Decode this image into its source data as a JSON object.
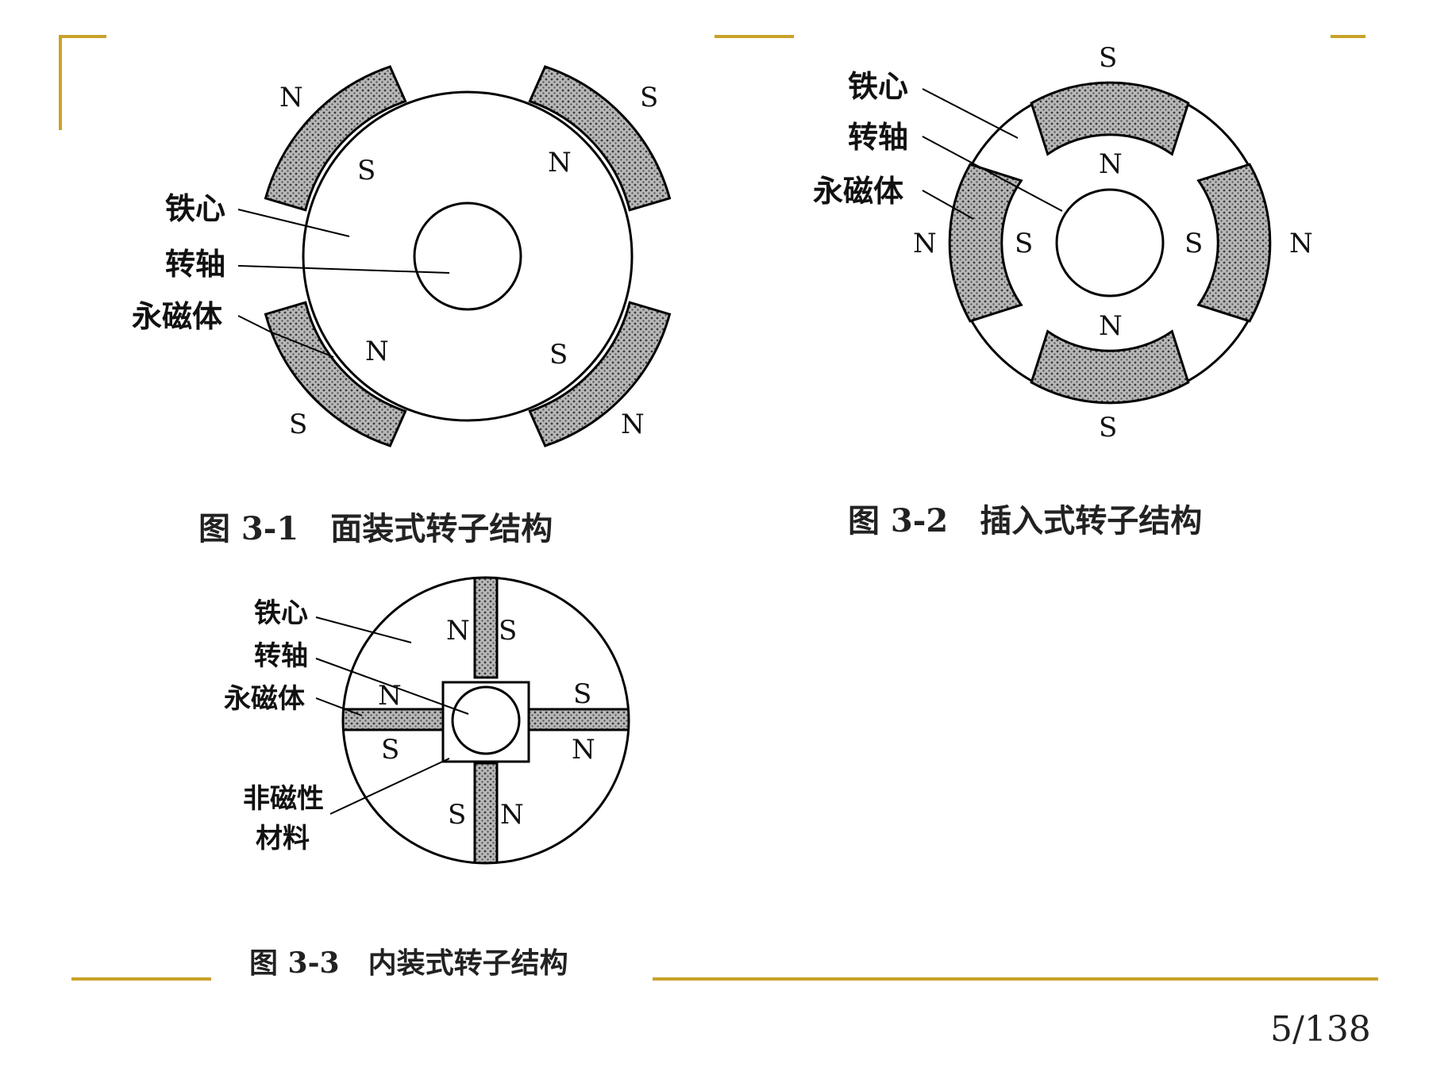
{
  "labels": {
    "core": "铁心",
    "shaft": "转轴",
    "magnet": "永磁体",
    "nonmag_1": "非磁性",
    "nonmag_2": "材料"
  },
  "poles": {
    "north": "N",
    "south": "S"
  },
  "captions": {
    "fig1": "图 3-1　面装式转子结构",
    "fig2": "图 3-2　插入式转子结构",
    "fig3": "图 3-3　内装式转子结构"
  },
  "page_number": "5/138",
  "colors": {
    "accent": "#c9a228",
    "ink": "#000000"
  }
}
